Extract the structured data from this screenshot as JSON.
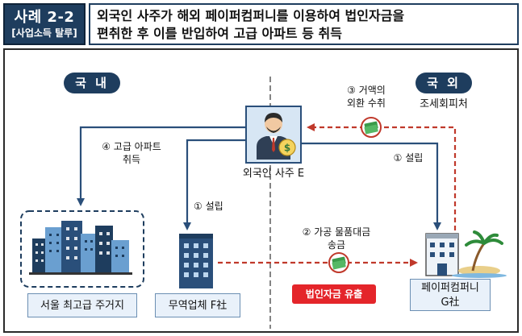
{
  "header": {
    "case_label": "사례 2-2",
    "case_sub": "[사업소득 탈루]",
    "title_line1": "외국인 사주가 해외 페이퍼컴퍼니를 이용하여 법인자금을",
    "title_line2": "편취한 후 이를 반입하여 고급 아파트 등 취득"
  },
  "regions": {
    "domestic": "국 내",
    "foreign": "국 외",
    "foreign_sub": "조세회피처"
  },
  "nodes": {
    "owner": "외국인 사주 E",
    "residence": "서울 최고급 주거지",
    "trade_company": "무역업체 F社",
    "paper_company_line1": "페이퍼컴퍼니",
    "paper_company_line2": "G社"
  },
  "flows": {
    "step1_left": "① 설립",
    "step1_right": "① 설립",
    "step2_line1": "② 가공 물품대금",
    "step2_line2": "송금",
    "step3_line1": "③ 거액의",
    "step3_line2": "외환 수취",
    "step4_line1": "④ 고급 아파트",
    "step4_line2": "취득",
    "leak_tag": "법인자금 유출"
  },
  "colors": {
    "navy": "#1e3d5e",
    "arrow_blue": "#2a4f7a",
    "arrow_red": "#c0392b",
    "tag_red": "#e4252a",
    "money_green": "#3a9a4a"
  }
}
